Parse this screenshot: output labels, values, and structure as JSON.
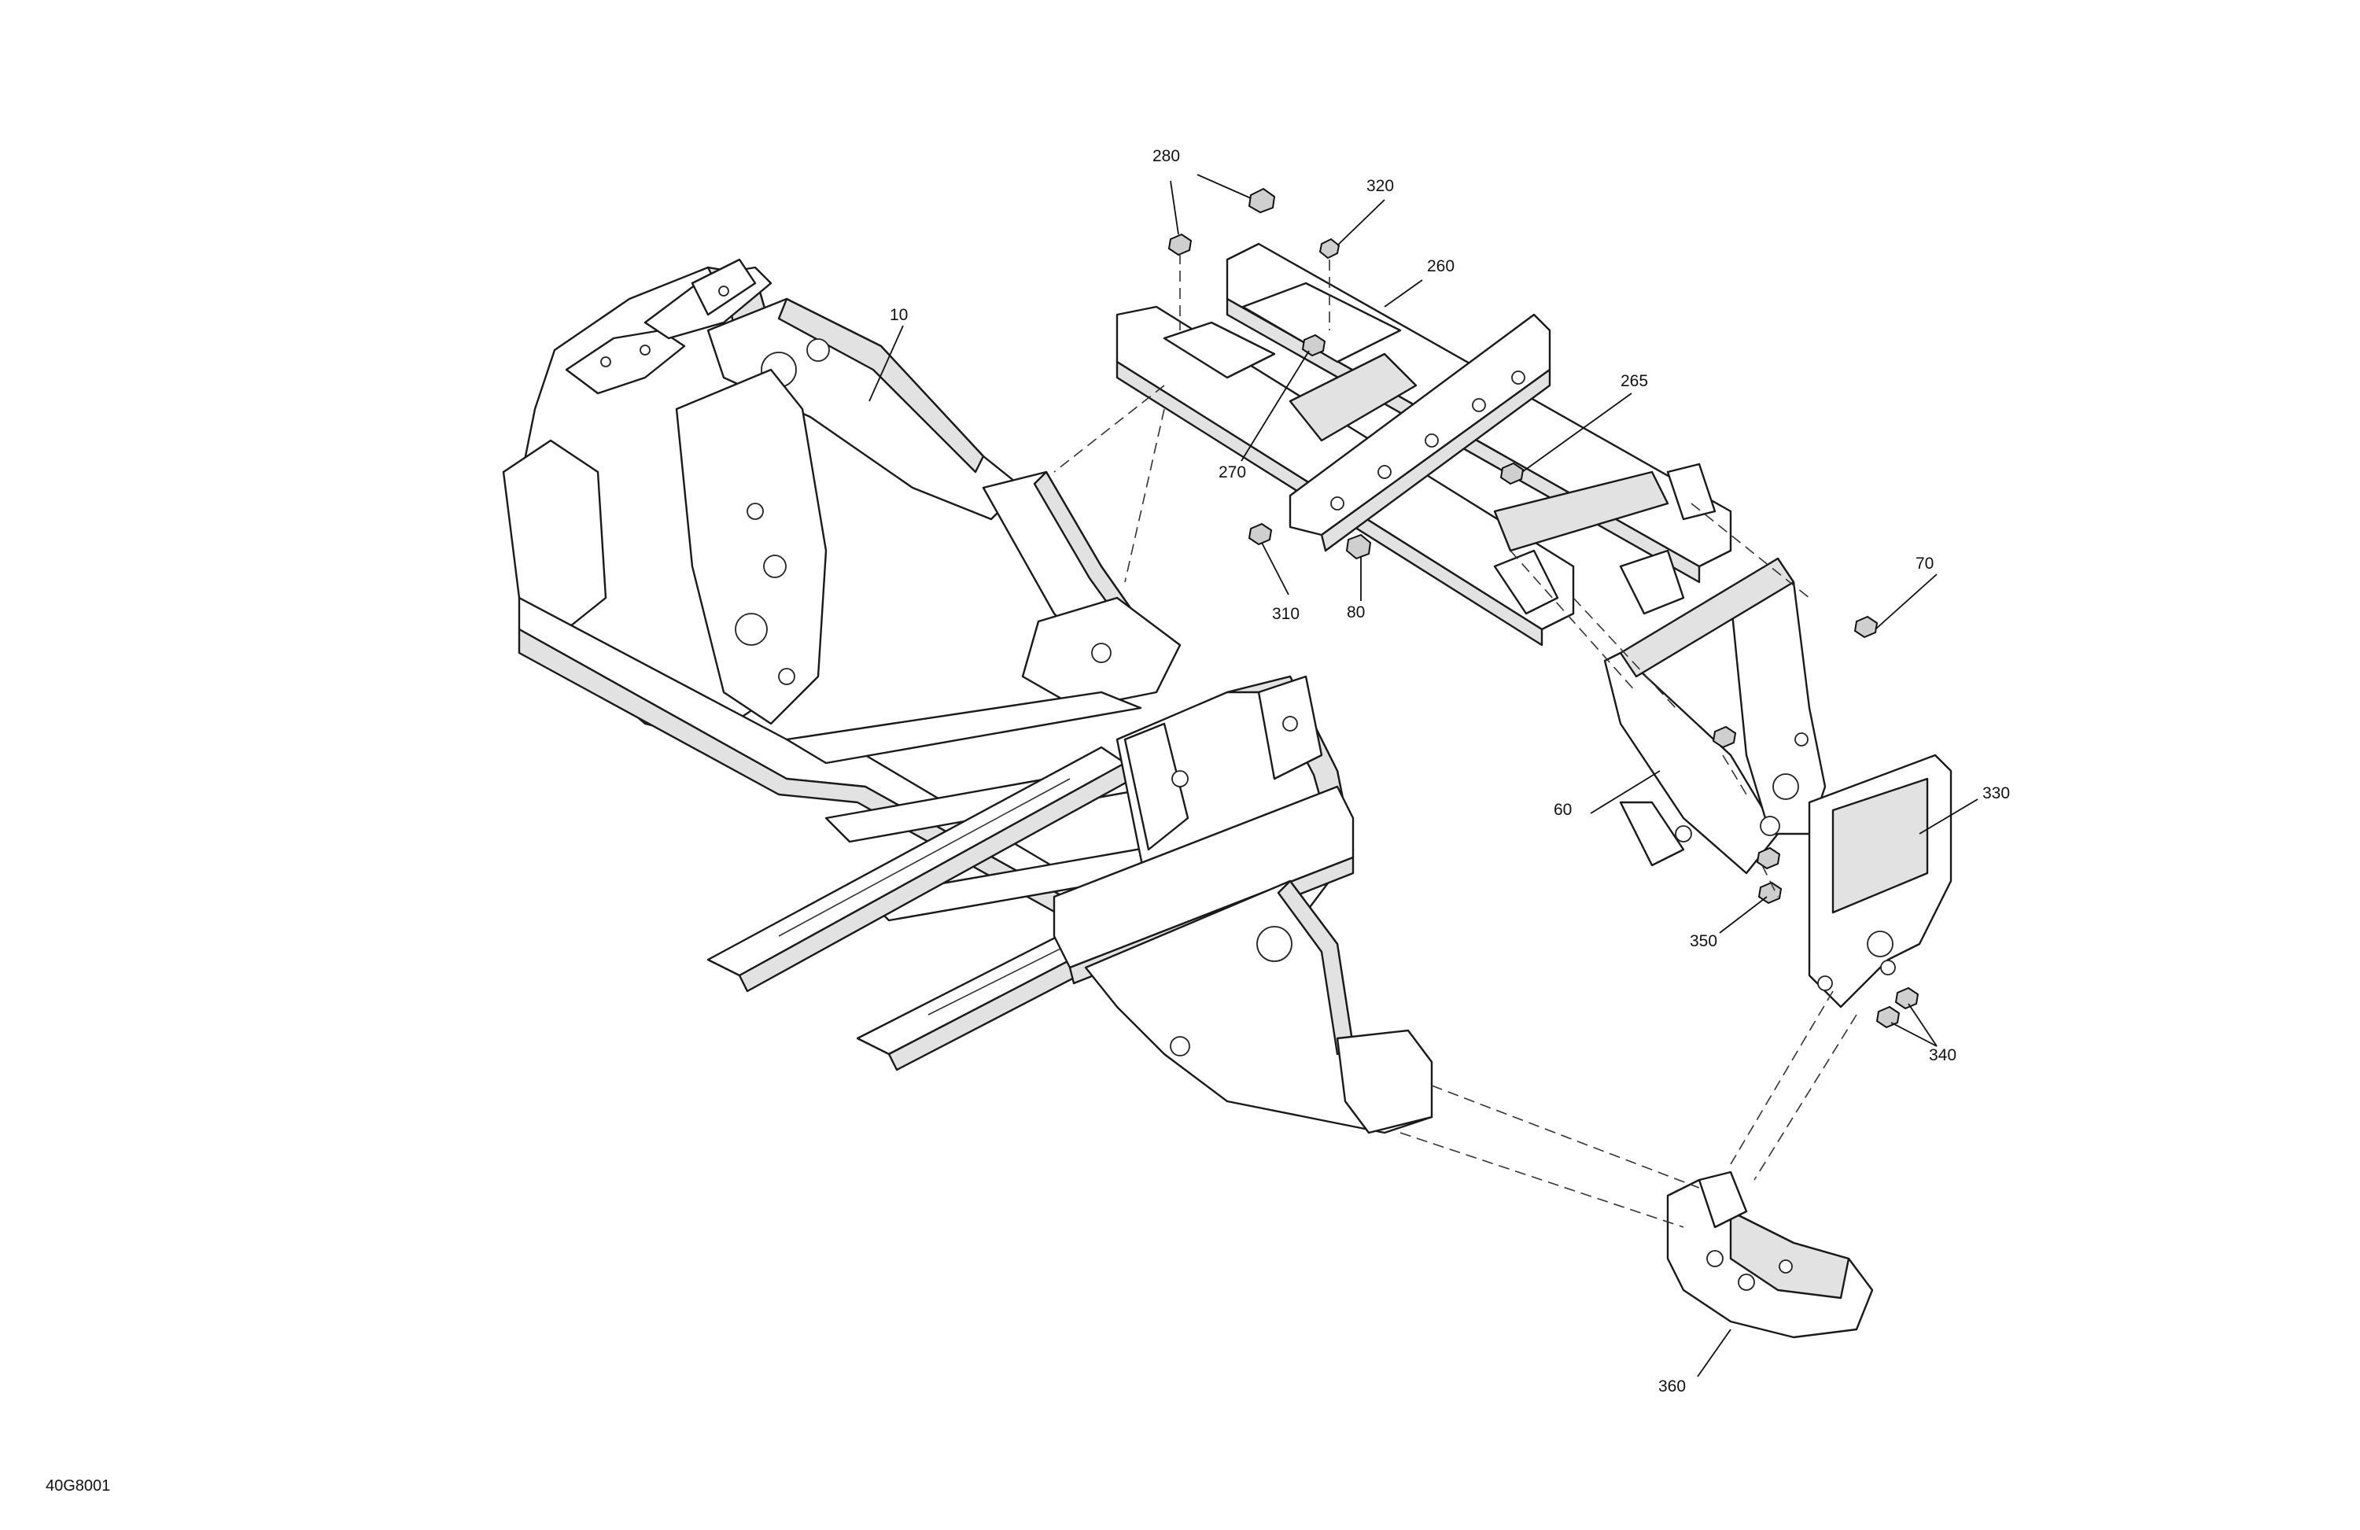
{
  "drawing_code": "40G8001",
  "callouts": {
    "c10": "10",
    "c60": "60",
    "c70": "70",
    "c80": "80",
    "c260": "260",
    "c265": "265",
    "c270": "270",
    "c280": "280",
    "c310": "310",
    "c320": "320",
    "c330": "330",
    "c340": "340",
    "c350": "350",
    "c360": "360"
  }
}
